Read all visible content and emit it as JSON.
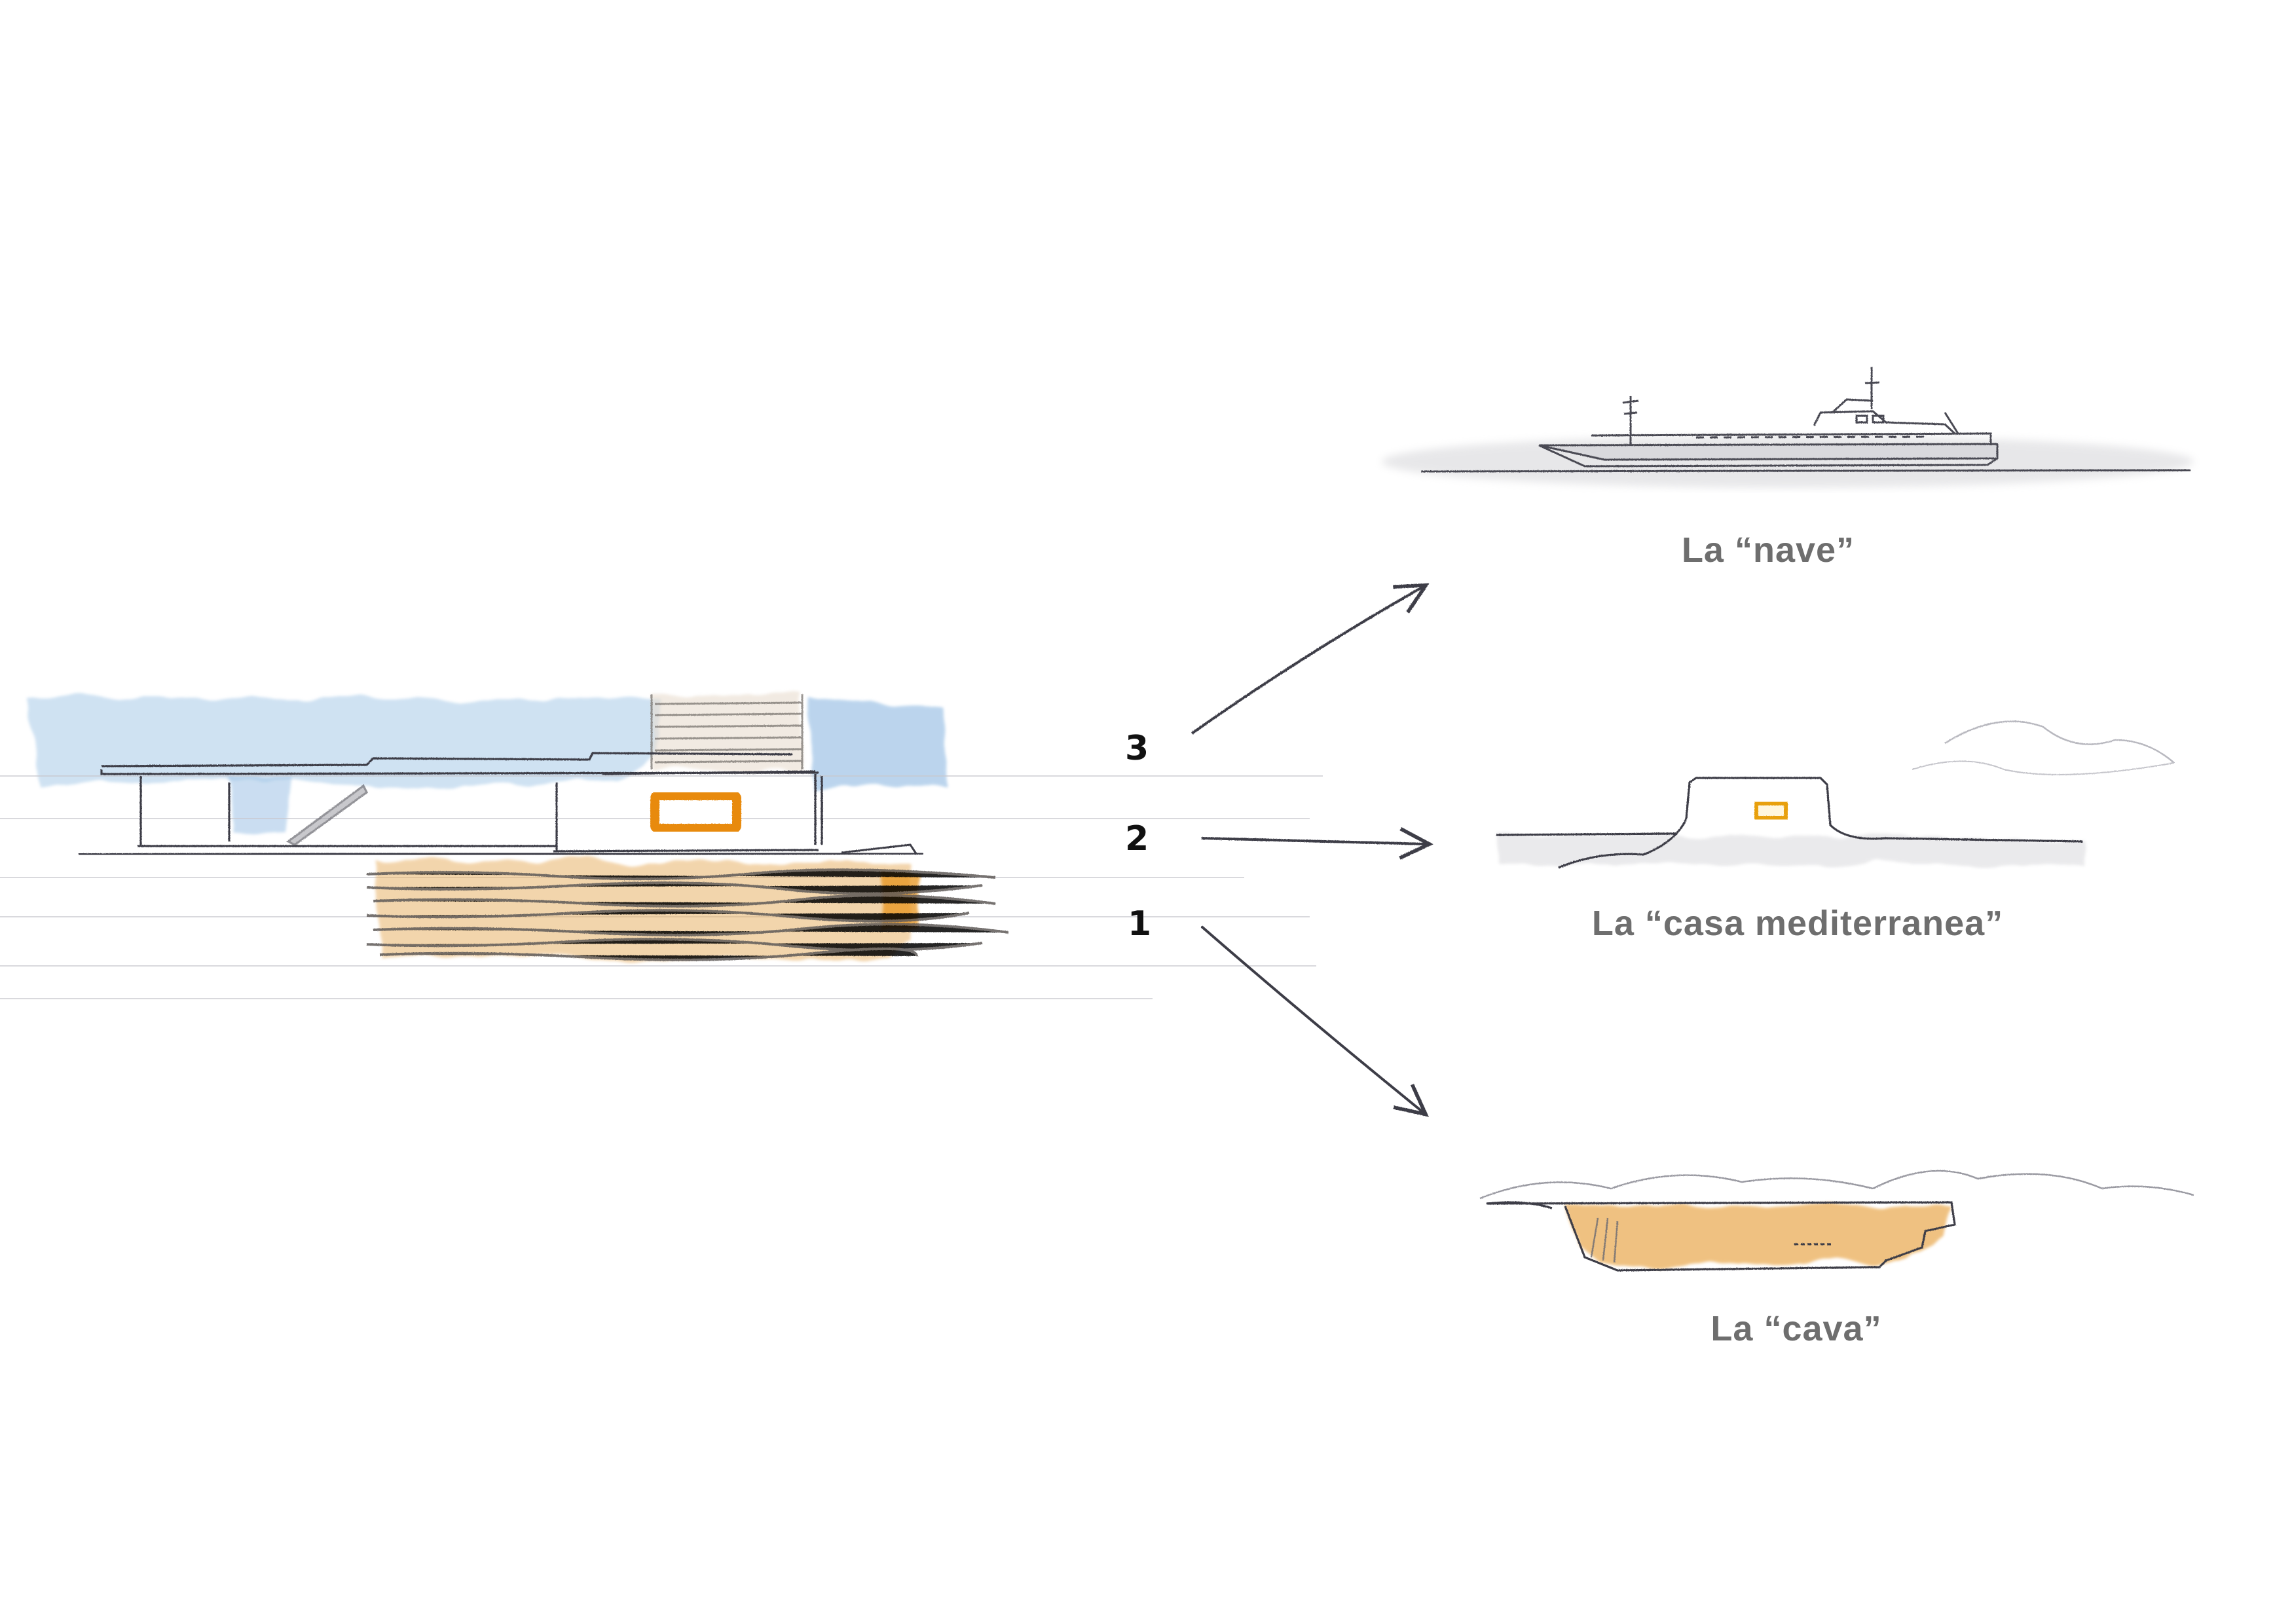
{
  "layers": {
    "top": "3",
    "middle": "2",
    "bottom": "1"
  },
  "captions": {
    "ship": "La “nave”",
    "house": "La “casa mediterranea”",
    "quarry": "La “cava”"
  },
  "colors": {
    "sky_blue": "#a9cbe8",
    "ochre": "#e9b46a",
    "orange": "#e88a10",
    "pencil": "#3c3c46",
    "caption_gray": "#6e6e6e"
  },
  "icons": {
    "arrow_up": "arrow-up-right-icon",
    "arrow_mid": "arrow-right-icon",
    "arrow_down": "arrow-down-right-icon"
  }
}
